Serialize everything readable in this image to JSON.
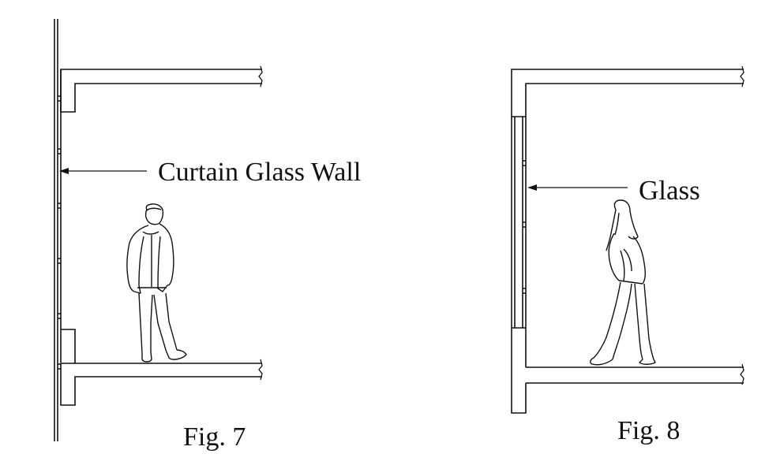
{
  "figures": [
    {
      "caption": "Fig. 7",
      "callout": "Curtain Glass Wall"
    },
    {
      "caption": "Fig. 8",
      "callout": "Glass"
    }
  ],
  "colors": {
    "line": "#111111",
    "background": "#ffffff"
  }
}
